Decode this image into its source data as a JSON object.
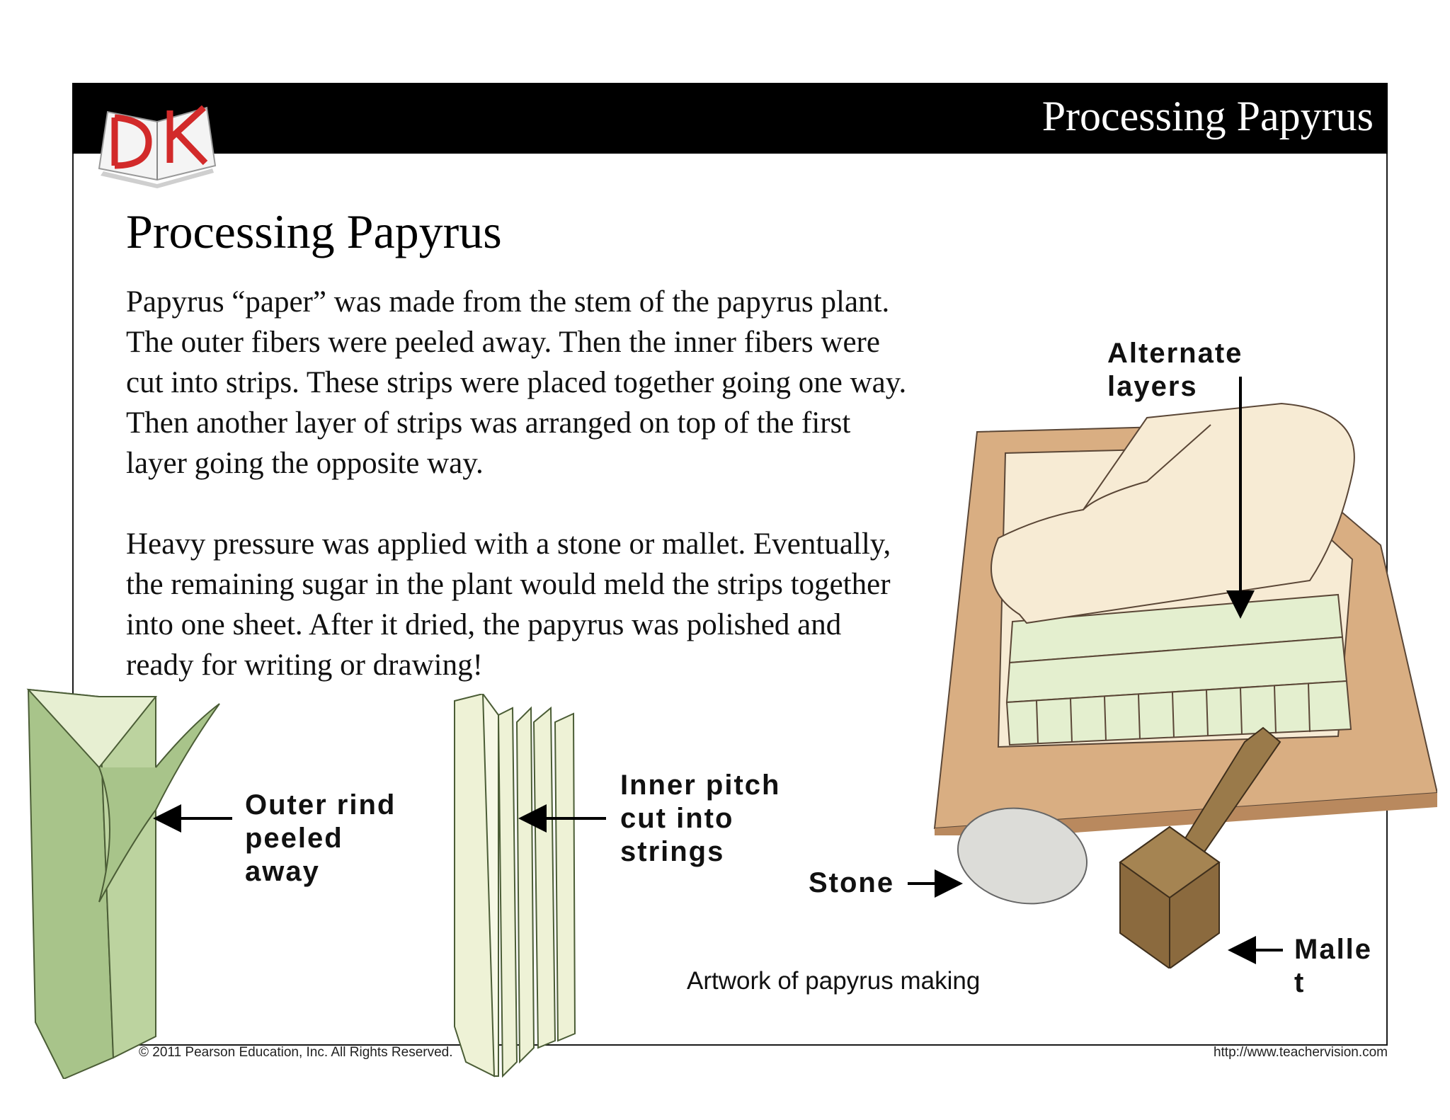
{
  "header": {
    "title": "Processing Papyrus",
    "logo_text": "DK"
  },
  "page_title": "Processing Papyrus",
  "paragraphs": [
    "Papyrus “paper” was made from the stem of the papyrus plant. The outer fibers were peeled away. Then the inner fibers were cut into strips. These strips were placed together going one way. Then another layer of strips was arranged on top of the first layer going the opposite way.",
    "Heavy pressure was applied with a stone or mallet. Eventually, the remaining sugar in the plant would meld the strips together into one sheet. After it dried, the papyrus was polished and ready for writing or drawing!"
  ],
  "labels": {
    "alternate": [
      "Alternate",
      "layers"
    ],
    "outer": [
      "Outer rind",
      "peeled",
      "away"
    ],
    "inner": [
      "Inner pitch",
      "cut into",
      "strings"
    ],
    "stone": "Stone",
    "mallet": [
      "Malle",
      "t"
    ]
  },
  "caption": "Artwork of papyrus making",
  "footer": {
    "copyright": "© 2011 Pearson Education, Inc. All Rights Reserved.",
    "url": "http://www.teachervision.com"
  },
  "colors": {
    "header_bg": "#000000",
    "logo_red": "#d22a2a",
    "rind_green": "#a8c48a",
    "pith": "#eef2d6",
    "board": "#d9ae82",
    "sheet": "#f7ebd4",
    "strip_green": "#e4efcf",
    "stone": "#dcdcd8",
    "mallet": "#8b6a3e"
  }
}
